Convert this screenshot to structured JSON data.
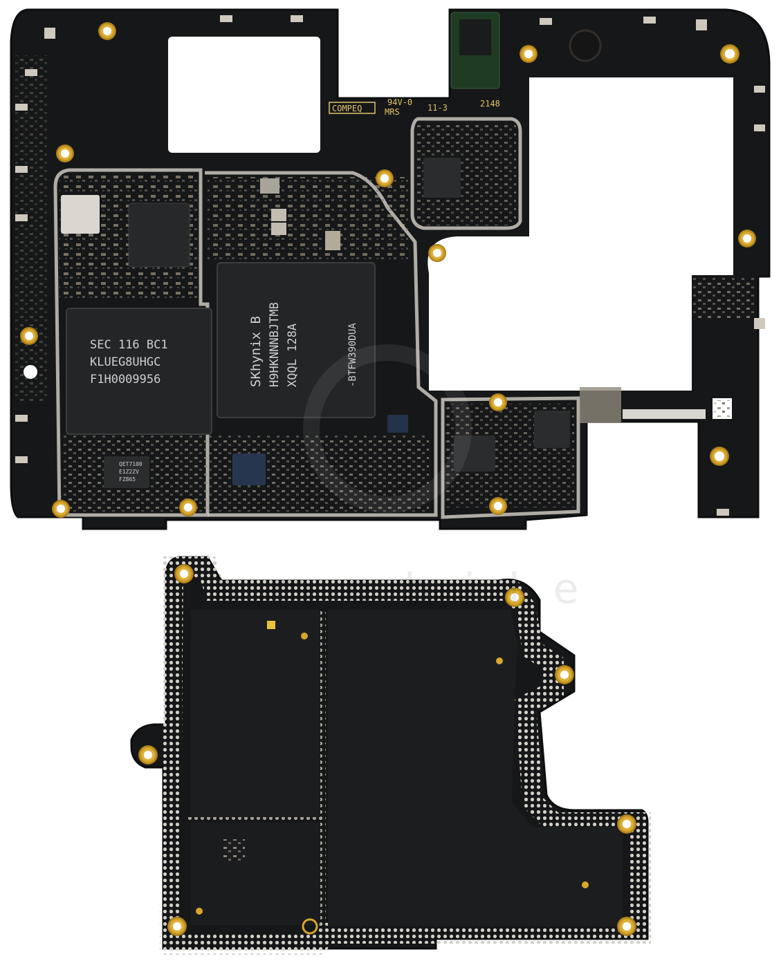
{
  "colors": {
    "background": "#ffffff",
    "pcb": "#161718",
    "pcb_edge": "#0d0e0f",
    "gold": "#d8a62c",
    "silver": "#c8c4bc",
    "chip": "#232526",
    "silkscreen": "#e2c46a",
    "chip_text": "#cfcfcf"
  },
  "top_board": {
    "silkscreen": {
      "maker": "COMPEQ",
      "rating": "94V-0",
      "mrs": "MRS",
      "code": "11-3",
      "date": "2148"
    },
    "chips": {
      "samsung": {
        "line1": "SEC 116 BC1",
        "line2": "KLUEG8UHGC",
        "line3": "F1H0009956"
      },
      "hynix": {
        "line1": "SKhynix B",
        "line2": "H9HKNNNBJTMB",
        "line3": "XQQL 128A",
        "line4": "-BTFW390DUA"
      },
      "small_qet": {
        "line1": "QET7100",
        "line2": "E1Z2ZV",
        "line3": "FZ865"
      }
    }
  },
  "watermark": {
    "text": "iamobile"
  },
  "icons": [
    "mounting-hole-icon",
    "datamatrix-icon",
    "screw-pad-icon"
  ]
}
